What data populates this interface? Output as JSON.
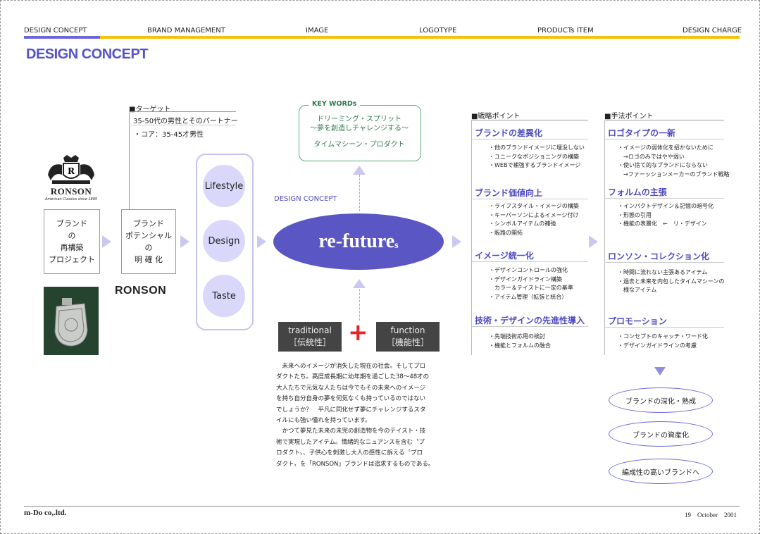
{
  "nav": {
    "items": [
      "DESIGN CONCEPT",
      "BRAND MANAGEMENT",
      "IMAGE",
      "LOGOTYPE",
      "PRODUCTs ITEM",
      "DESIGN CHARGE"
    ]
  },
  "page_title": "DESIGN CONCEPT",
  "brand": {
    "logo_text": "RONSON",
    "logo_tagline": "American Classics since 1895",
    "wordmark": "RONSON"
  },
  "flow": {
    "box1": [
      "ブランド",
      "の",
      "再構築",
      "プロジェクト"
    ],
    "box2": [
      "ブランド",
      "ポテンシャル",
      "の",
      "明 確 化"
    ],
    "circles": [
      "Lifestyle",
      "Design",
      "Taste"
    ]
  },
  "target": {
    "heading": "■ターゲット",
    "line1": "35-50代の男性とそのパートナー",
    "line2": "・コア：35-45才男性"
  },
  "keywords": {
    "heading": "KEY WORDs",
    "line1": "ドリーミング・スプリット",
    "line2": "〜夢を創造しチャレンジする〜",
    "line3": "タイムマシーン・プロダクト"
  },
  "concept": {
    "label": "DESIGN CONCEPT",
    "main": "re-future",
    "suffix": "s"
  },
  "traditional": {
    "en": "traditional",
    "jp": "［伝統性］"
  },
  "plus": "+",
  "function": {
    "en": "function",
    "jp": "［機能性］"
  },
  "body": {
    "p1": [
      "　未来へのイメージが消失した現在の社会。そしてプロ",
      "ダクトたち。高度成長期に幼年期を過ごした38〜48才の",
      "大人たちで元気な人たちは今でもその未来へのイメージ",
      "を持ち自分自身の夢を何気なくも持っているのではない",
      "でしょうか？　平凡に同化せず夢にチャレンジするスタ",
      "イルにも強い憧れを持っています。"
    ],
    "p2": [
      "　かつて夢見た未来の未完の創造物を今のテイスト・技",
      "術で実現したアイテム。情緒的なニュアンスを含む〝プ",
      "ロダクト〟、子供心を刺激し大人の感性に訴える〝プロ",
      "ダクト〟を「RONSON」ブランドは追求するものである。"
    ]
  },
  "strategy": {
    "heading": "■戦略ポイント",
    "sections": [
      {
        "title": "ブランドの差異化",
        "items": [
          "・他のブランドイメージに埋没しない",
          "・ユニークなポジショニングの構築",
          "・WEBで補強するブランドイメージ"
        ]
      },
      {
        "title": "ブランド価値向上",
        "items": [
          "・ライフスタイル・イメージの構築",
          "・キーパーソンによるイメージ付け",
          "・シンボルアイテムの補強",
          "・販路の開拓"
        ]
      },
      {
        "title": "イメージ統一化",
        "items": [
          "・デザインコントロールの強化",
          "・デザインガイドライン構築",
          "　カラー＆テイストに一定の基準",
          "・アイテム管理（拡張と統合）"
        ]
      },
      {
        "title": "技術・デザインの先進性導入",
        "items": [
          "・先端技術応用の検討",
          "・機能とフォルムの融合"
        ]
      }
    ]
  },
  "method": {
    "heading": "■手法ポイント",
    "sections": [
      {
        "title": "ロゴタイプの一新",
        "items": [
          "・イメージの弱体化を招かないために",
          "　→ロゴのみではやや弱い",
          "・使い捨て的なブランドにならない",
          "　→ファーッションメーカーのブランド戦略"
        ]
      },
      {
        "title": "フォルムの主張",
        "items": [
          "・インパクトデザイン＆記憶の暗号化",
          "・形態の引用",
          "・機能の表層化　←　リ・デザイン"
        ]
      },
      {
        "title": "ロンソン・コレクション化",
        "items": [
          "・時間に流れない主張あるアイテム",
          "・過去と未来を内包したタイムマシーンの",
          "　様なアイテム"
        ]
      },
      {
        "title": "プロモーション",
        "items": [
          "・コンセプトのキャッチ・ワード化",
          "・デザインガイドラインの考慮"
        ]
      }
    ]
  },
  "outcomes": [
    "ブランドの深化・熟成",
    "ブランドの資産化",
    "編成性の高いブランドへ"
  ],
  "footer": {
    "company": "m-Do co,.ltd.",
    "date": "19　October　2001"
  }
}
